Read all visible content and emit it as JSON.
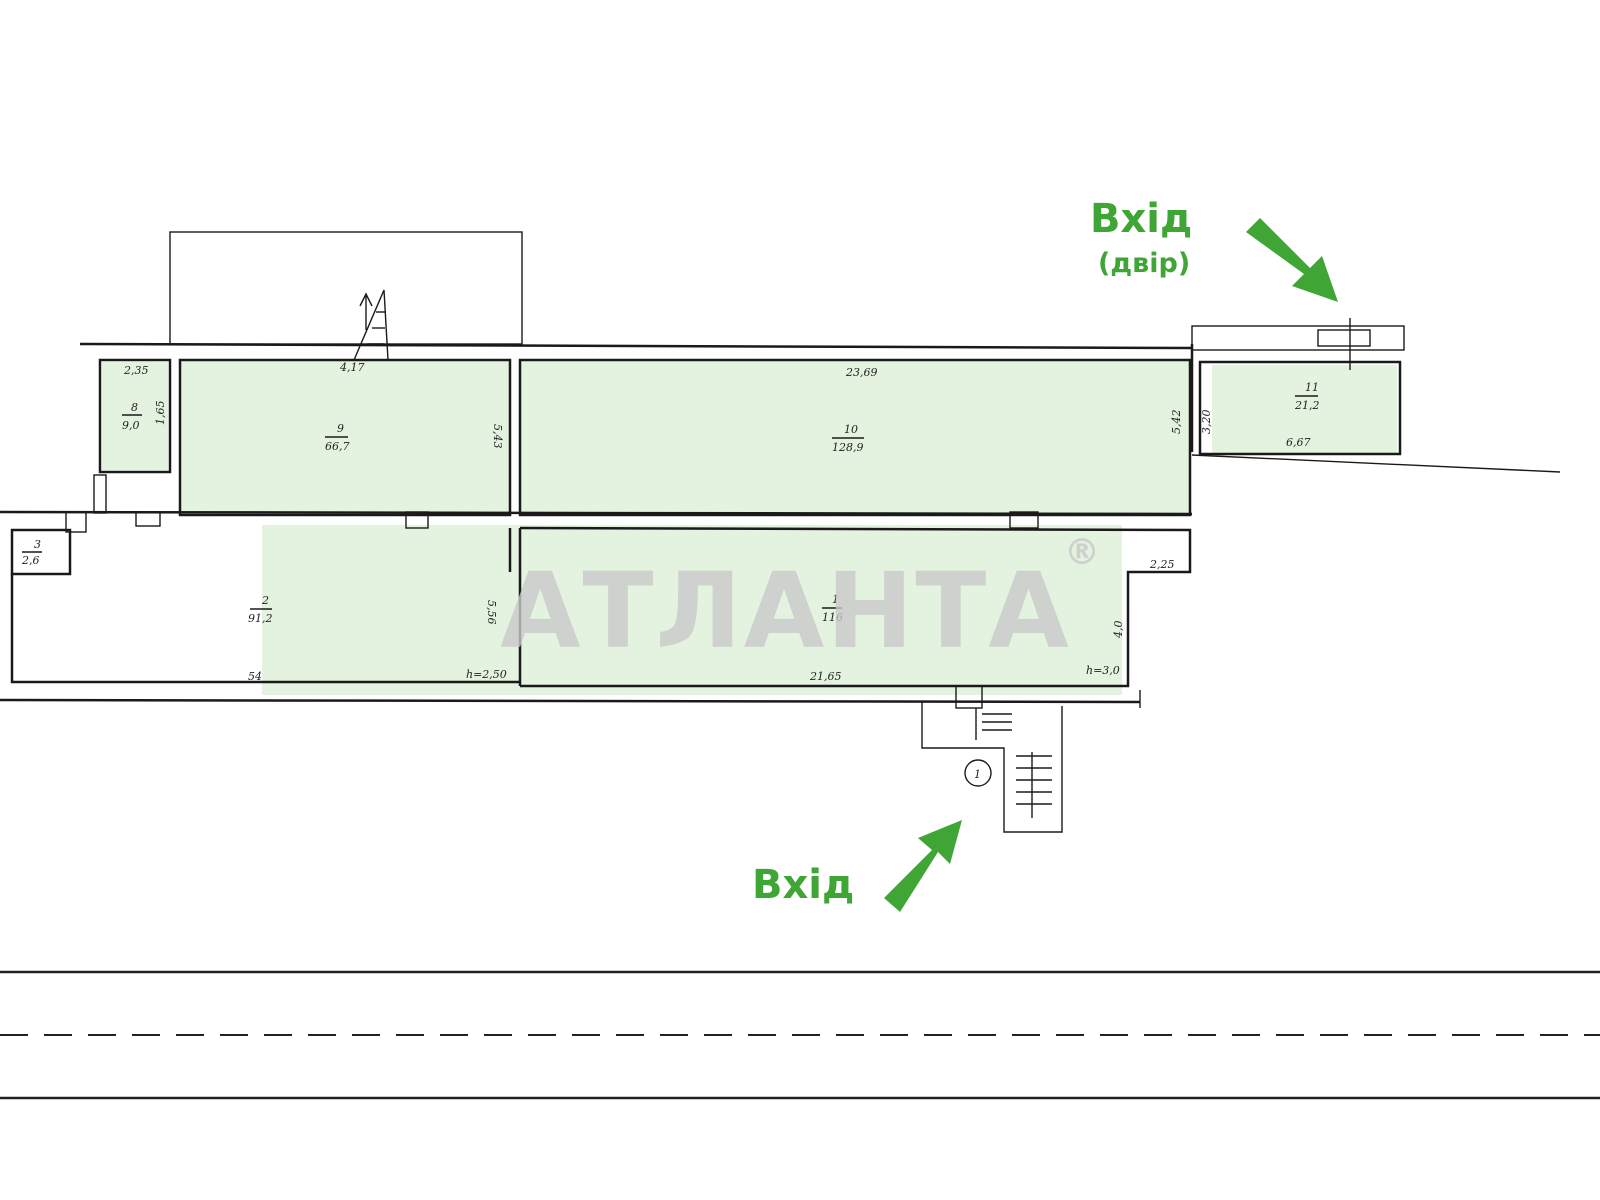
{
  "entrances": {
    "courtyard_title": "Вхід",
    "courtyard_sub": "(двір)",
    "street_title": "Вхід"
  },
  "watermark": {
    "text": "АТЛАНТА",
    "mark": "®"
  },
  "stair_number": "1",
  "rooms": [
    {
      "id": "8",
      "num": "8",
      "area": "9,0"
    },
    {
      "id": "9",
      "num": "9",
      "area": "66,7"
    },
    {
      "id": "10",
      "num": "10",
      "area": "128,9"
    },
    {
      "id": "11",
      "num": "11",
      "area": "21,2"
    },
    {
      "id": "3",
      "num": "3",
      "area": "2,6"
    },
    {
      "id": "2",
      "num": "2",
      "area": "91,2"
    },
    {
      "id": "1",
      "num": "1",
      "area": "116"
    }
  ],
  "dimensions": {
    "d235": "2,35",
    "d165": "1,65",
    "d417": "4,17",
    "d543": "5,43",
    "d2369": "23,69",
    "d542": "5,42",
    "d320": "3,20",
    "d667": "6,67",
    "d225": "2,25",
    "d556": "5,56",
    "d40": "4,0",
    "d54": "54",
    "d2165": "21,65",
    "h250": "h=2,50",
    "h30": "h=3,0"
  },
  "colors": {
    "room_fill": "#e3f3df",
    "arrow": "#3fa535",
    "lines": "#1a1a1a"
  }
}
